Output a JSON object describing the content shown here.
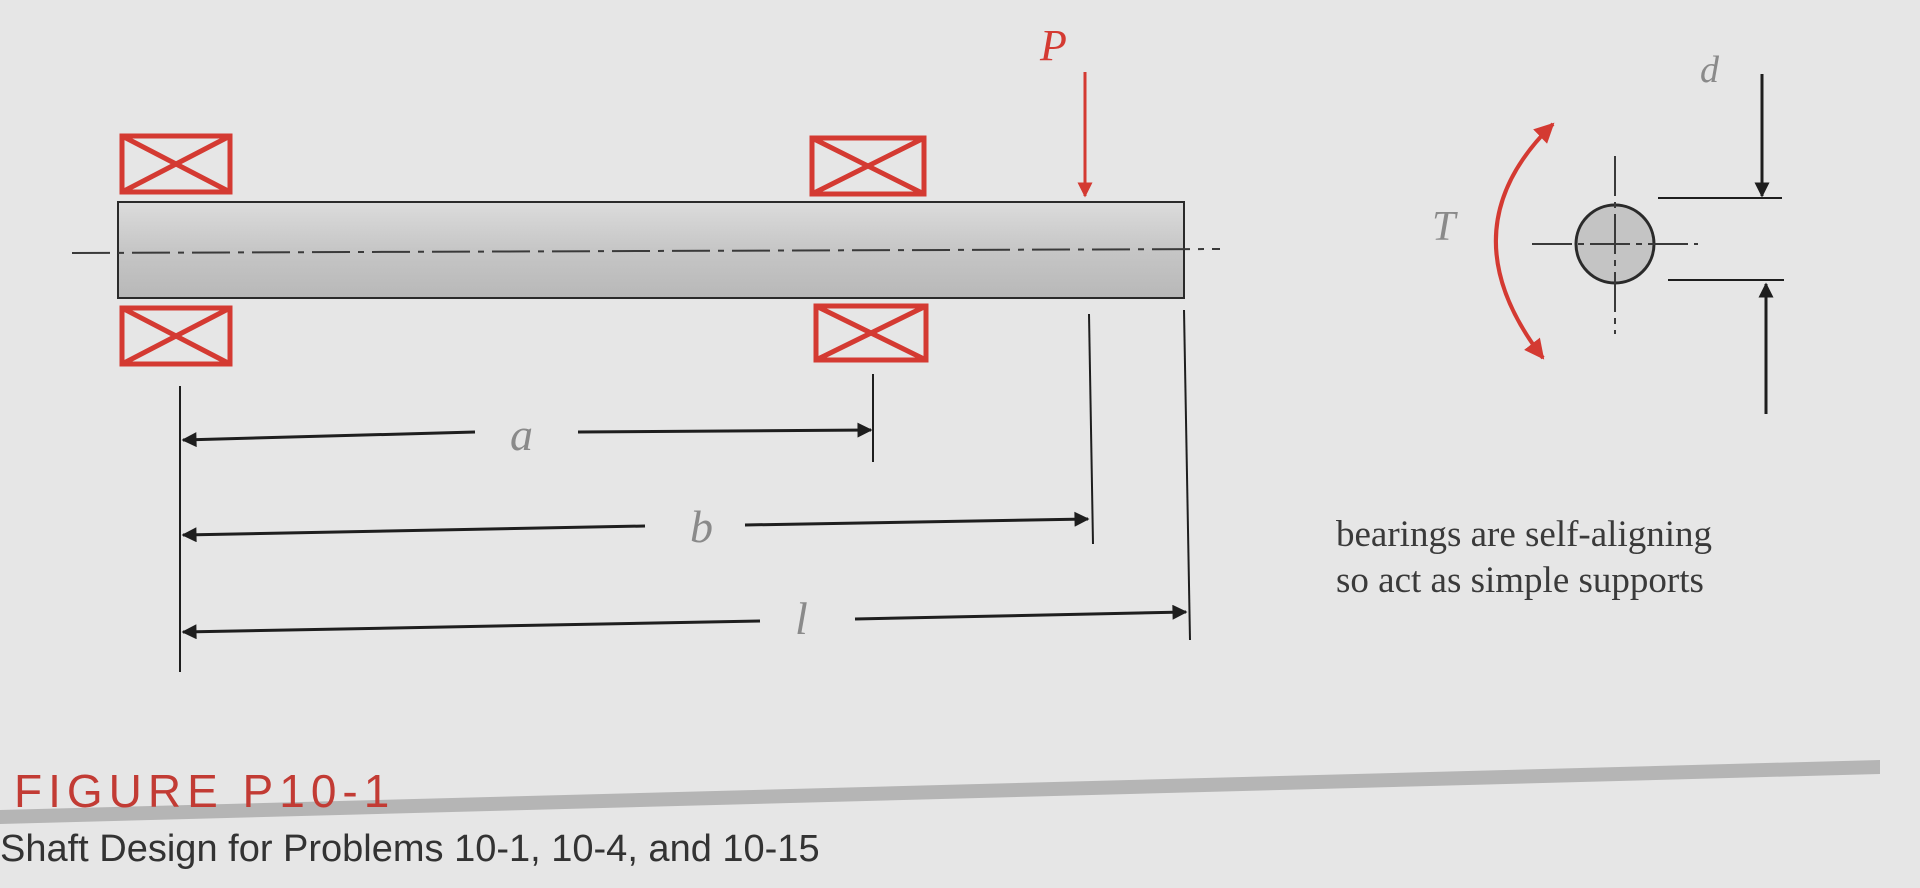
{
  "labels": {
    "load": "P",
    "diameter": "d",
    "torque": "T",
    "dim_a": "a",
    "dim_b": "b",
    "dim_l": "l"
  },
  "note": {
    "line1": "bearings are self-aligning",
    "line2": "so act as simple supports"
  },
  "figure": {
    "title": "FIGURE P10-1",
    "caption": "Shaft Design for Problems 10-1, 10-4, and 10-15"
  },
  "colors": {
    "accent_red": "#d43a32",
    "ink": "#1e1e1e",
    "shaft_fill": "#cfcfcf"
  }
}
